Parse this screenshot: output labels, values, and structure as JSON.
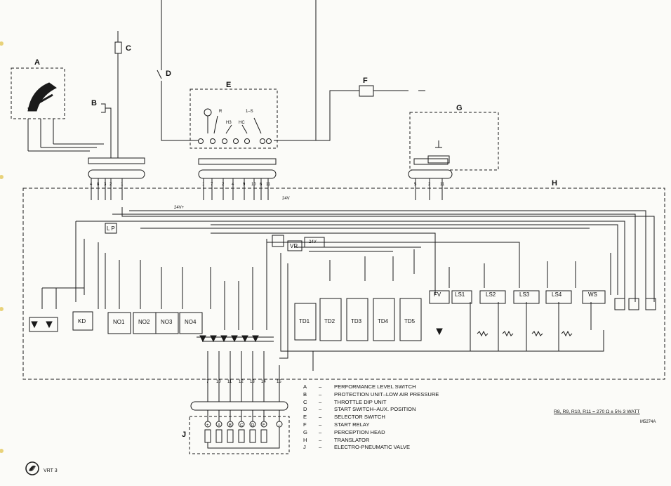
{
  "components": {
    "A": "A",
    "B": "B",
    "C": "C",
    "D": "D",
    "E": "E",
    "F": "F",
    "G": "G",
    "H": "H",
    "J": "J"
  },
  "legend": [
    {
      "key": "A",
      "dash": "–",
      "desc": "PERFORMANCE LEVEL SWITCH"
    },
    {
      "key": "B",
      "dash": "–",
      "desc": "PROTECTION UNIT–LOW AIR PRESSURE"
    },
    {
      "key": "C",
      "dash": "–",
      "desc": "THROTTLE DIP UNIT"
    },
    {
      "key": "D",
      "dash": "–",
      "desc": "START SWITCH–AUX. POSITION"
    },
    {
      "key": "E",
      "dash": "–",
      "desc": "SELECTOR SWITCH"
    },
    {
      "key": "F",
      "dash": "–",
      "desc": "START RELAY"
    },
    {
      "key": "G",
      "dash": "–",
      "desc": "PERCEPTION HEAD"
    },
    {
      "key": "H",
      "dash": "–",
      "desc": "TRANSLATOR"
    },
    {
      "key": "J",
      "dash": "–",
      "desc": "ELECTRO-PNEUMATIC VALVE"
    }
  ],
  "note": "R8, R9, R10, R11 = 270 Ω ± 5%   3 WATT",
  "drawing_ref": "M5274A",
  "doc_code": "VRT 3",
  "modules": {
    "kd": "KD",
    "no1": "NO1",
    "no2": "NO2",
    "no3": "NO3",
    "no4": "NO4",
    "td1": "TD1",
    "td2": "TD2",
    "td3": "TD3",
    "td4": "TD4",
    "td5": "TD5",
    "fv": "FV",
    "ls1": "LS1",
    "ls2": "LS2",
    "ls3": "LS3",
    "ls4": "LS4",
    "ws": "WS",
    "vr": "VR",
    "lp": "L P"
  },
  "terminals": {
    "top_harness": [
      "4",
      "8",
      "3",
      "2",
      "1"
    ],
    "selector_harness": [
      "1",
      "7",
      "2",
      "4",
      "9",
      "10",
      "6",
      "11"
    ],
    "head_harness": [
      "5",
      "2",
      "11"
    ],
    "valve_harness": [
      "7",
      "10",
      "11",
      "12",
      "13",
      "14",
      "15"
    ],
    "valve_symbols": [
      "+",
      "A",
      "B",
      "C",
      "D",
      "F",
      "−"
    ],
    "selector_letters": [
      "R",
      "H3",
      "HC",
      "1–S"
    ]
  },
  "supply": [
    "24V",
    "24V",
    "24V+"
  ],
  "colors": {
    "line": "#1a1a1a",
    "paper": "#fbfbf8",
    "margin_mark": "#e8d27a"
  }
}
